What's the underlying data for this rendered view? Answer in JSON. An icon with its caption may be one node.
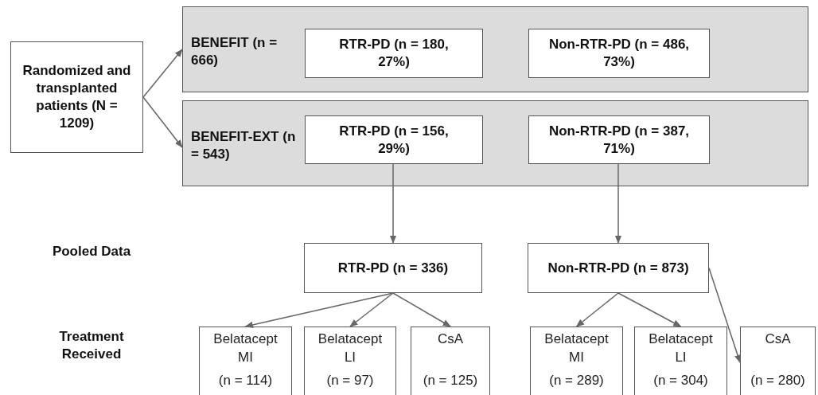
{
  "diagram": {
    "nodes": [
      {
        "text": [
          "Randomized and transplanted patients (N = 1209)"
        ]
      },
      {
        "text": [
          "BENEFIT (n = 666)"
        ]
      },
      {
        "text": [
          "RTR-PD (n = 180, 27%)"
        ],
        "in": 1
      },
      {
        "text": [
          "Non-RTR-PD (n = 486, 73%)"
        ],
        "in": 1
      },
      {
        "text": [
          "BENEFIT-EXT (n = 543)"
        ]
      },
      {
        "text": [
          "RTR-PD (n = 156, 29%)"
        ],
        "in": 4
      },
      {
        "text": [
          "Non-RTR-PD (n = 387, 71%)"
        ],
        "in": 4
      },
      {
        "text": [
          "RTR-PD (n = 336)"
        ]
      },
      {
        "text": [
          "Non-RTR-PD (n = 873)"
        ]
      },
      {
        "text": [
          "Belatacept MI",
          "(n = 114)"
        ]
      },
      {
        "text": [
          "Belatacept LI",
          "(n = 97)"
        ]
      },
      {
        "text": [
          "CsA",
          "(n = 125)"
        ]
      },
      {
        "text": [
          "Belatacept MI",
          "(n = 289)"
        ]
      },
      {
        "text": [
          "Belatacept LI",
          "(n = 304)"
        ]
      },
      {
        "text": [
          "CsA",
          "(n = 280)"
        ]
      }
    ],
    "edges": [
      {
        "from": 0,
        "to": 1,
        "arrow": "to"
      },
      {
        "from": 0,
        "to": 4,
        "arrow": "to"
      },
      {
        "from": 5,
        "to": 7,
        "arrow": "to"
      },
      {
        "from": 6,
        "to": 8,
        "arrow": "to"
      },
      {
        "from": 7,
        "to": 9,
        "arrow": "to"
      },
      {
        "from": 7,
        "to": 10,
        "arrow": "to"
      },
      {
        "from": 7,
        "to": 11,
        "arrow": "to"
      },
      {
        "from": 8,
        "to": 12,
        "arrow": "to"
      },
      {
        "from": 8,
        "to": 13,
        "arrow": "to"
      },
      {
        "from": 8,
        "to": 14,
        "arrow": "to"
      }
    ],
    "labels": [
      "Pooled Data",
      "Treatment Received"
    ]
  }
}
